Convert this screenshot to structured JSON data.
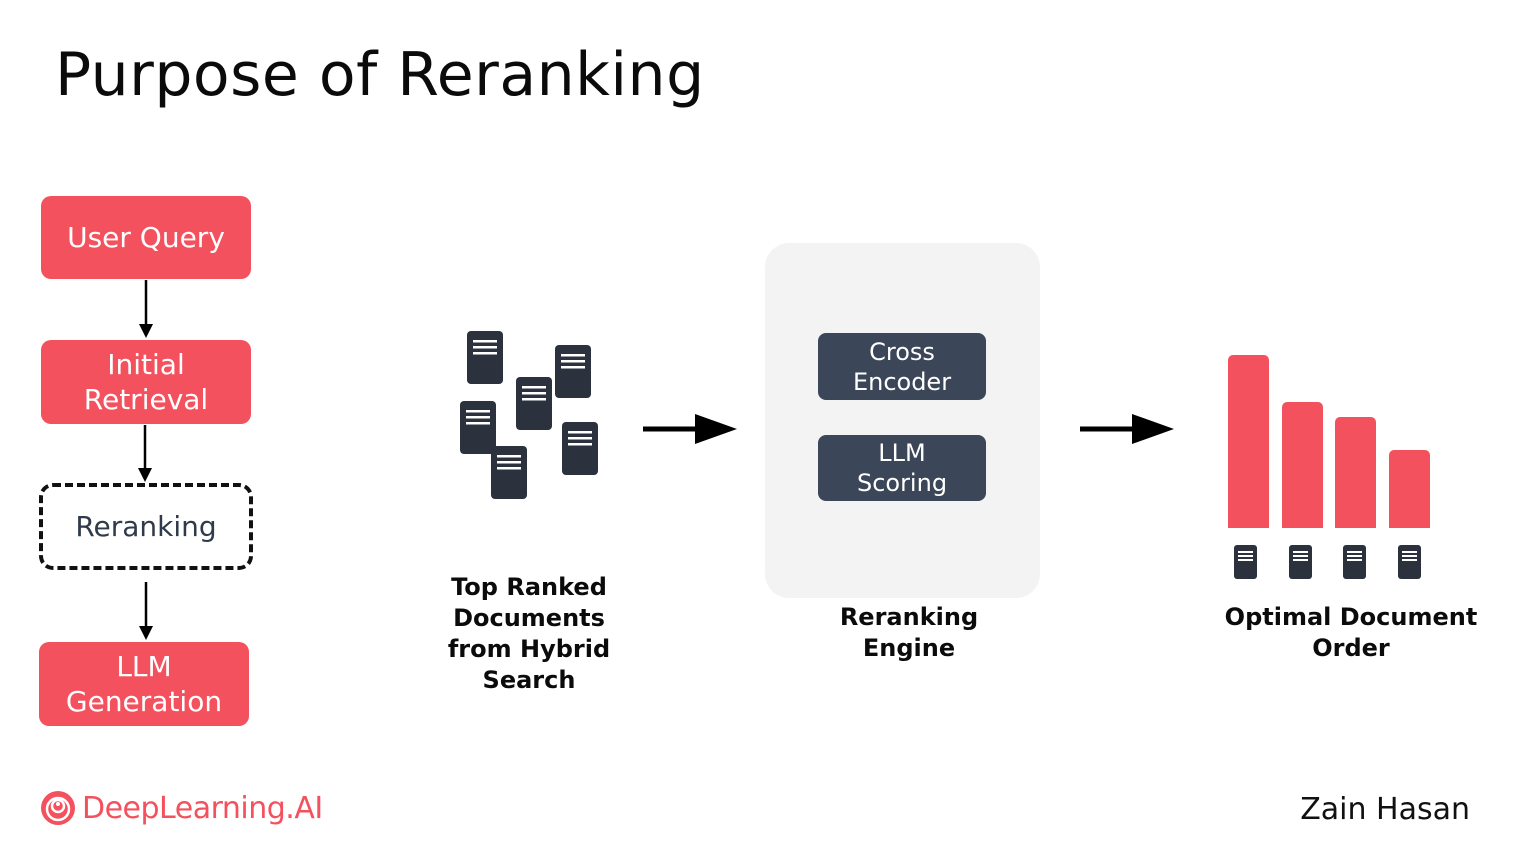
{
  "title": "Purpose of Reranking",
  "flow": {
    "user_query": "User Query",
    "initial_retrieval": [
      "Initial",
      "Retrieval"
    ],
    "reranking": "Reranking",
    "llm_generation": [
      "LLM",
      "Generation"
    ]
  },
  "documents_caption": [
    "Top Ranked",
    "Documents",
    "from Hybrid",
    "Search"
  ],
  "engine": {
    "cross_encoder": [
      "Cross",
      "Encoder"
    ],
    "llm_scoring": [
      "LLM",
      "Scoring"
    ],
    "caption": [
      "Reranking",
      "Engine"
    ]
  },
  "optimal": {
    "caption": [
      "Optimal Document",
      "Order"
    ],
    "relevance": [
      1.0,
      0.73,
      0.64,
      0.45
    ]
  },
  "brand": {
    "logo_text": "DeepLearning.AI"
  },
  "author": "Zain Hasan",
  "colors": {
    "accent": "#f4515e",
    "chip": "#3b4658",
    "doc": "#2b313d",
    "panel": "#f3f3f3"
  }
}
